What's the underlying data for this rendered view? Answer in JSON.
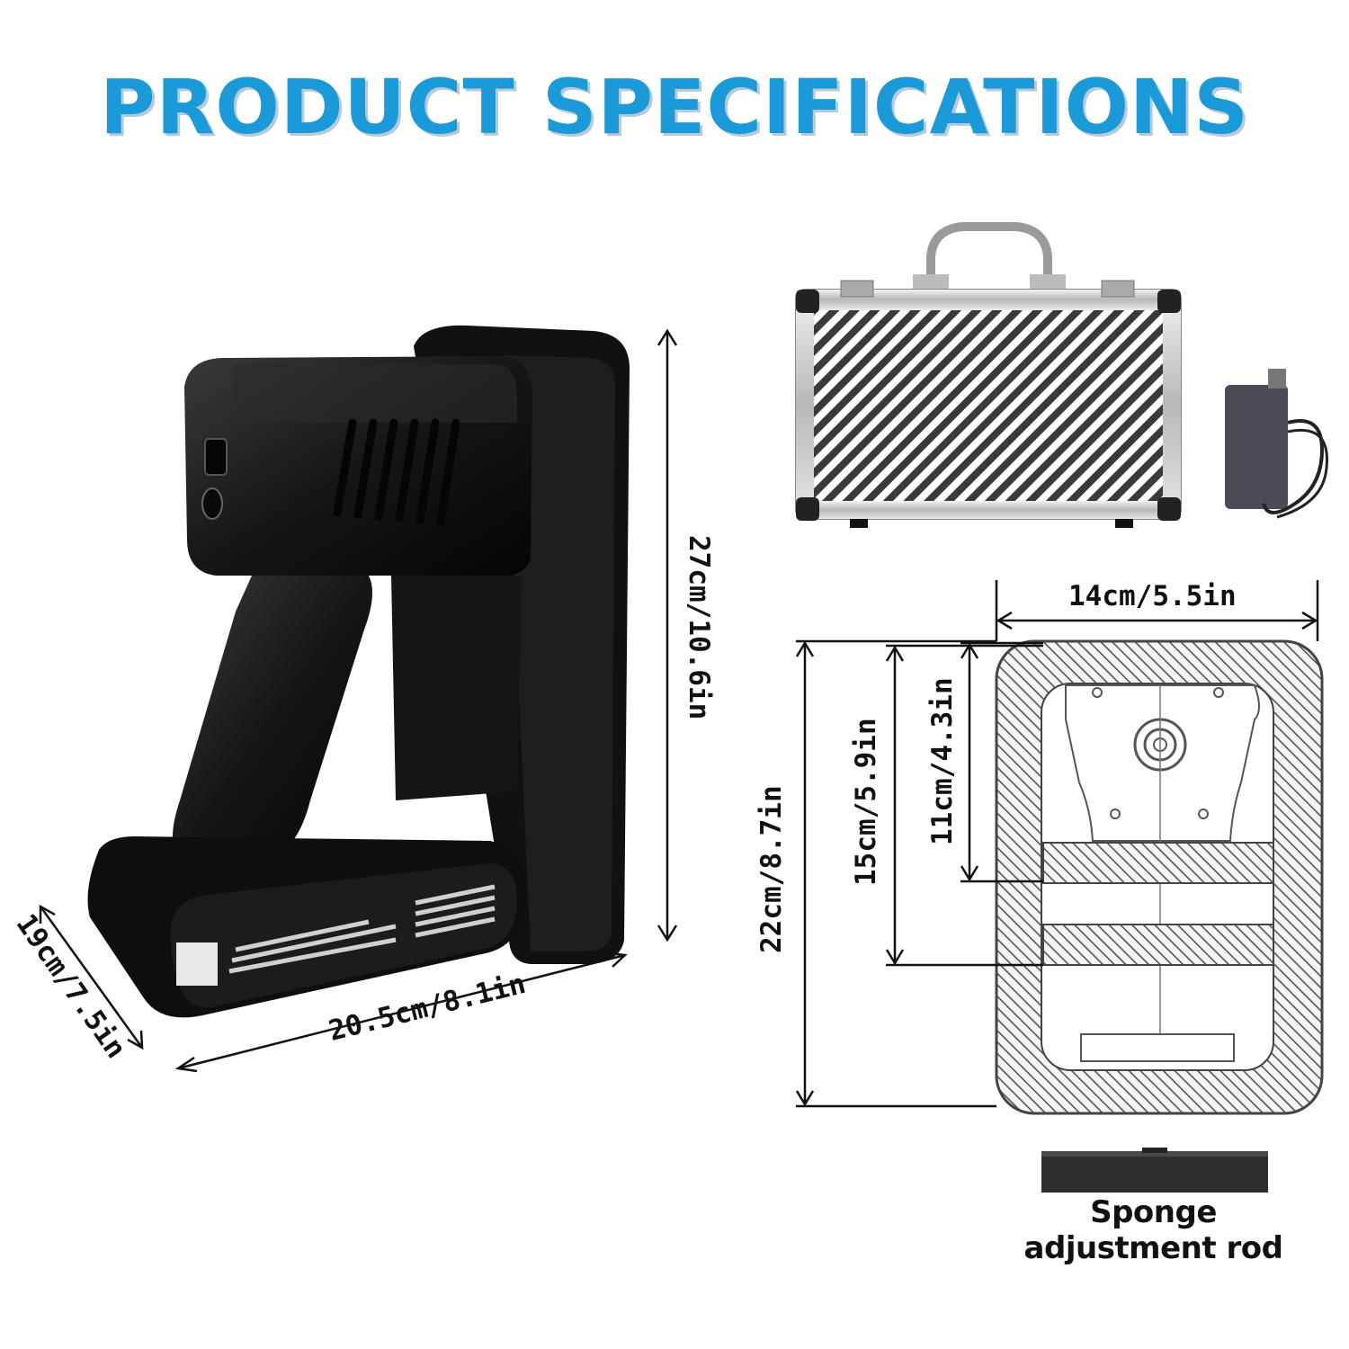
{
  "title": "PRODUCT SPECIFICATIONS",
  "tool_dimensions": {
    "height": "27cm/10.6in",
    "length": "20.5cm/8.1in",
    "depth": "19cm/7.5in"
  },
  "case_dimensions": {
    "width": "14cm/5.5in",
    "outer_height": "22cm/8.7in",
    "inner_height": "15cm/5.9in",
    "slot_height": "11cm/4.3in"
  },
  "accessory_caption": "Sponge adjustment rod"
}
